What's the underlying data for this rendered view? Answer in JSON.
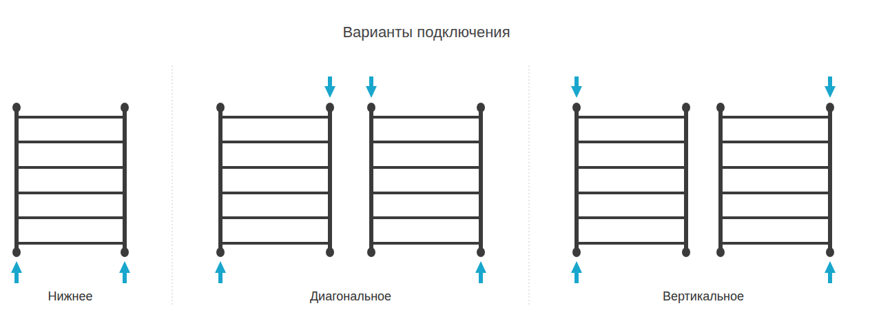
{
  "diagram": {
    "title": "Варианты подключения",
    "labels": [
      "Нижнее",
      "Диагональное",
      "Вертикальное"
    ]
  }
}
